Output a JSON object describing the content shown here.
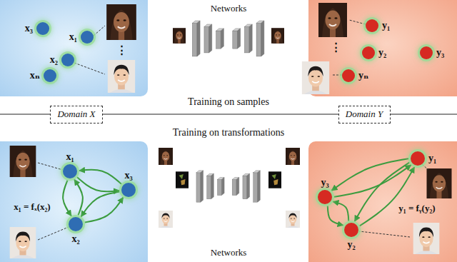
{
  "diagram": {
    "nodes": [
      {
        "text": [
          "x₃"
        ]
      },
      {
        "text": [
          "x₁"
        ]
      },
      {
        "text": [
          "x₂"
        ]
      },
      {
        "text": [
          "xₙ"
        ]
      },
      {
        "text": [
          "y₁"
        ]
      },
      {
        "text": [
          "y₂"
        ]
      },
      {
        "text": [
          "yₙ"
        ]
      },
      {
        "text": [
          "y₃"
        ]
      },
      {
        "text": [
          "Domain X"
        ]
      },
      {
        "text": [
          "Domain Y"
        ]
      },
      {
        "text": [
          "x₁"
        ]
      },
      {
        "text": [
          "x₂"
        ]
      },
      {
        "text": [
          "x₃"
        ]
      },
      {
        "text": [
          "y₁"
        ]
      },
      {
        "text": [
          "y₂"
        ]
      },
      {
        "text": [
          "y₃"
        ]
      }
    ],
    "edges": [
      {
        "from": 10,
        "to": 11,
        "arrow": "to"
      },
      {
        "from": 11,
        "to": 10,
        "arrow": "to"
      },
      {
        "from": 10,
        "to": 12,
        "arrow": "to"
      },
      {
        "from": 12,
        "to": 10,
        "arrow": "to"
      },
      {
        "from": 11,
        "to": 12,
        "arrow": "to"
      },
      {
        "from": 12,
        "to": 11,
        "arrow": "to"
      },
      {
        "from": 13,
        "to": 14,
        "arrow": "to"
      },
      {
        "from": 14,
        "to": 13,
        "arrow": "to"
      },
      {
        "from": 13,
        "to": 15,
        "arrow": "to"
      },
      {
        "from": 15,
        "to": 13,
        "arrow": "to"
      },
      {
        "from": 14,
        "to": 15,
        "arrow": "to"
      },
      {
        "from": 15,
        "to": 14,
        "arrow": "to"
      }
    ],
    "labels": [
      "Networks",
      "⋮",
      "⋮",
      "Training on samples",
      "Training on transformations",
      "x₁ = fₓ(x₂)",
      "y₁ = fᵧ(y₂)",
      "Networks"
    ]
  }
}
